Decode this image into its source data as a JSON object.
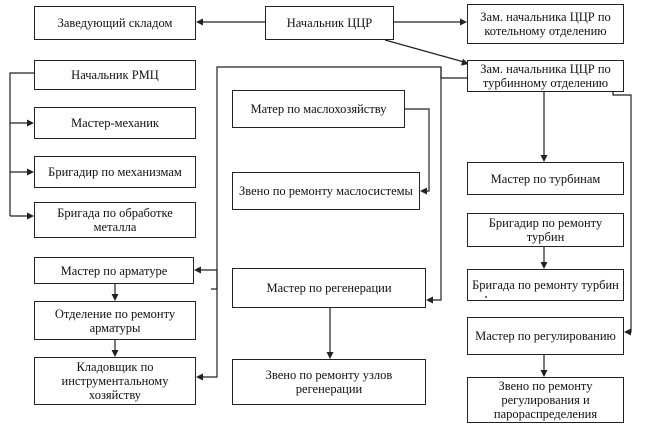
{
  "nodes": {
    "zaveduyushchiy": "Заведующий складом",
    "nachalnik": "Начальник ЦЦР",
    "zam_kotel": "Зам. начальника ЦЦР по котельному отделению",
    "nachalnik_rmc": "Начальник РМЦ",
    "zam_turbin": "Зам. начальника ЦЦР по турбинному отделению",
    "master_mekhanik": "Мастер-механик",
    "mater_maslo": "Матер по маслохозяйству",
    "brigadir_mekh": "Бригадир по механизмам",
    "zveno_masla": "Звено по ремонту маслосистемы",
    "master_turbin": "Мастер по турбинам",
    "brigada_metall": "Бригада по обработке металла",
    "brigadir_turbin": "Бригадир по ремонту турбин",
    "master_armatur": "Мастер по арматуре",
    "master_regen": "Мастер по регенерации",
    "brigada_turbin": "Бригада по ремонту турбин",
    "otdelenie_armatur": "Отделение по ремонту арматуры",
    "master_regul": "Мастер по регулированию",
    "kladovshchik": "Кладовщик по инструментальному хозяйству",
    "zveno_regen": "Звено по ремонту узлов регенерации",
    "zveno_regul": "Звено по ремонту регулирования и парораспределения"
  }
}
